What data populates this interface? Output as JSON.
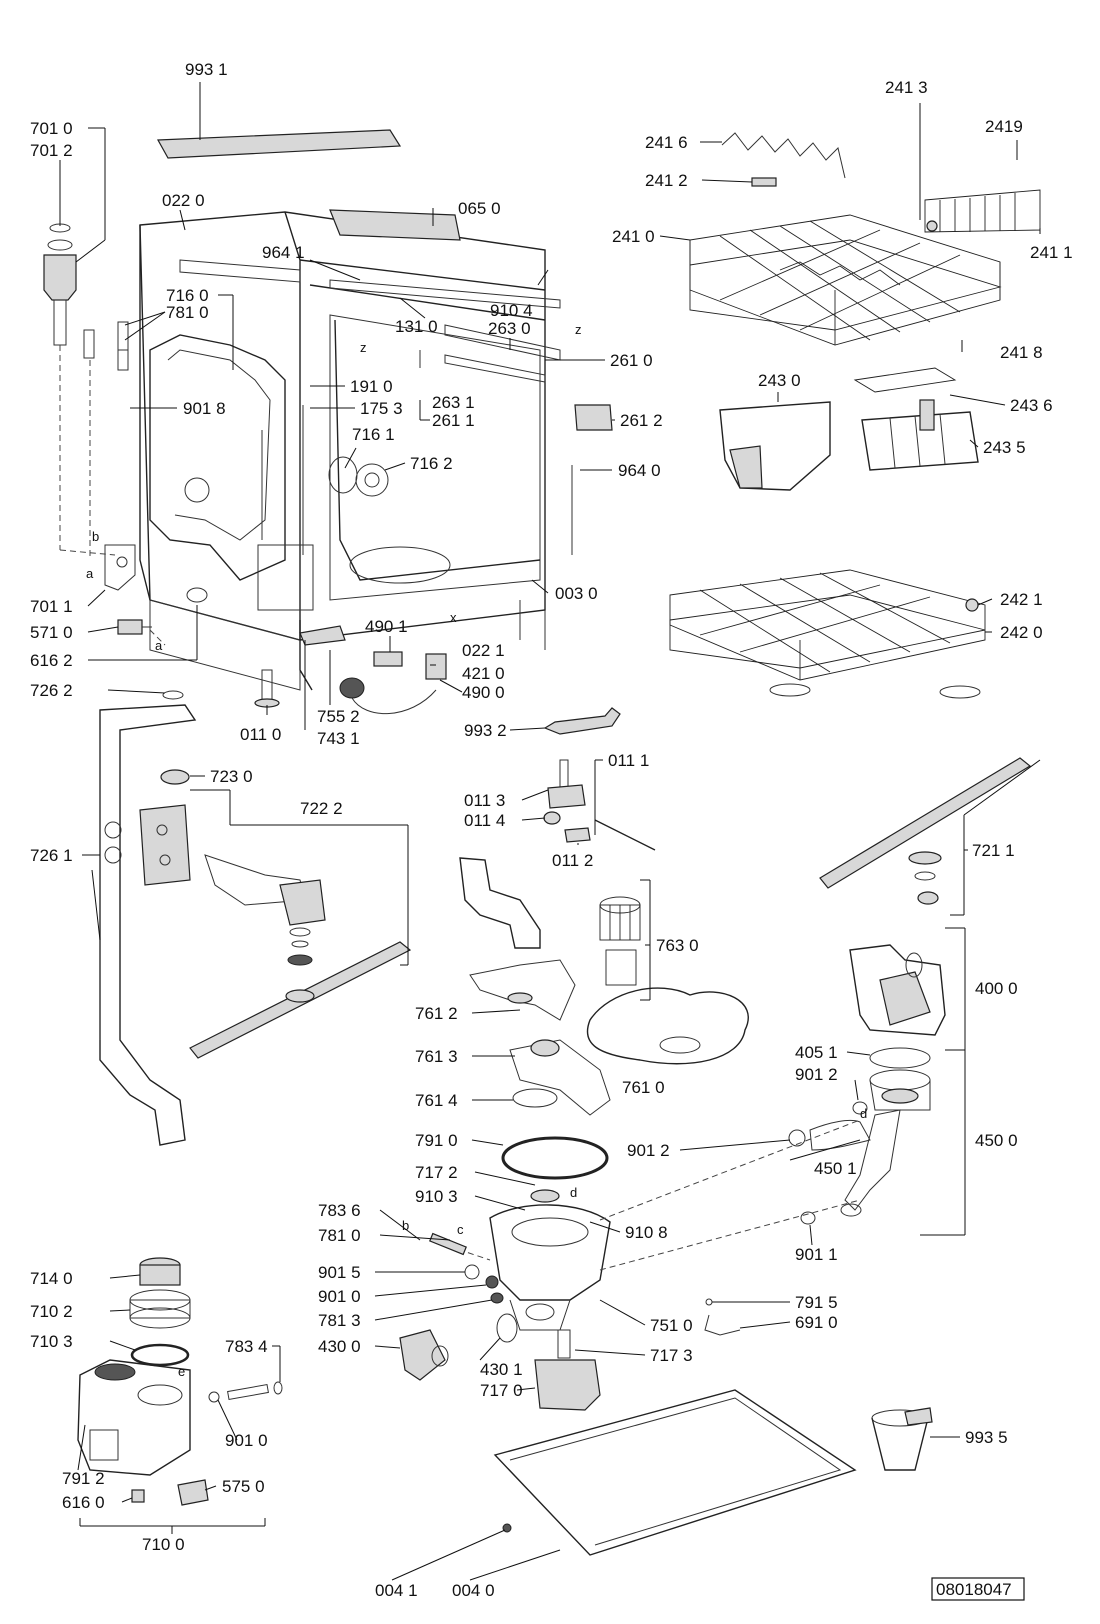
{
  "diagram": {
    "doc_number": "08018047",
    "labels": [
      "993 1",
      "701 0",
      "701 2",
      "022 0",
      "065 0",
      "964 1",
      "716 0",
      "781 0",
      "910 4",
      "131 0",
      "263 0",
      "261 0",
      "901 8",
      "191 0",
      "175 3",
      "263 1",
      "261 1",
      "261 2",
      "716 1",
      "716 2",
      "964 0",
      "701 1",
      "571 0",
      "616 2",
      "003 0",
      "490 1",
      "022 1",
      "421 0",
      "490 0",
      "726 2",
      "011 0",
      "755 2",
      "743 1",
      "993 2",
      "723 0",
      "722 2",
      "726 1",
      "011 1",
      "011 3",
      "011 4",
      "011 2",
      "721 1",
      "763 0",
      "761 2",
      "400 0",
      "761 3",
      "405 1",
      "901 2",
      "761 0",
      "761 4",
      "791 0",
      "901 2",
      "450 1",
      "450 0",
      "717 2",
      "910 3",
      "910 8",
      "783 6",
      "781 0",
      "901 1",
      "901 5",
      "714 0",
      "901 0",
      "710 2",
      "781 3",
      "791 5",
      "751 0",
      "691 0",
      "710 3",
      "783 4",
      "430 0",
      "717 3",
      "430 1",
      "717 0",
      "901 0",
      "993 5",
      "791 2",
      "575 0",
      "616 0",
      "710 0",
      "004 1",
      "004 0",
      "241 3",
      "241 6",
      "2419",
      "241 2",
      "241 0",
      "241 1",
      "241 8",
      "243 0",
      "243 6",
      "243 5",
      "242 1",
      "242 0"
    ],
    "letters": [
      "z",
      "z",
      "b",
      "a",
      "a",
      "x",
      "b",
      "c",
      "d",
      "e",
      "d"
    ]
  }
}
